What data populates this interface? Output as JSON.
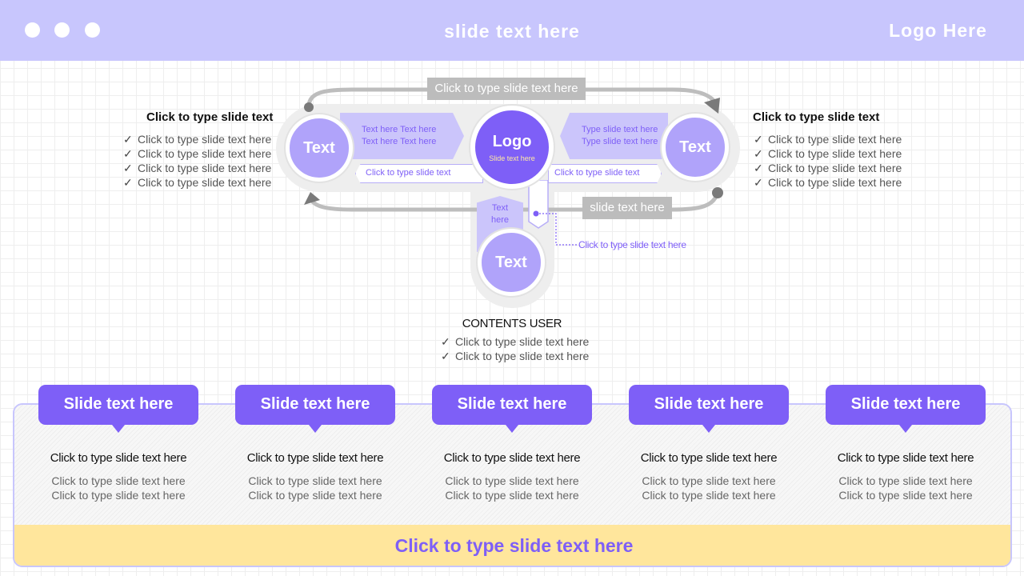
{
  "header": {
    "title": "slide text here",
    "logo": "Logo Here"
  },
  "diagram": {
    "top_label": "Click to type slide text here",
    "right_label": "slide text here",
    "logo": {
      "title": "Logo",
      "sub": "Slide text here"
    },
    "left_node": "Text",
    "right_node": "Text",
    "bottom_node": "Text",
    "left_banner": [
      "Text here Text here",
      "Text here Text here"
    ],
    "right_banner": [
      "Type slide text here",
      "Type slide text here"
    ],
    "left_pill": "Click to type slide text",
    "right_pill": "Click to type slide text",
    "bottom_banner": [
      "Text",
      "here"
    ],
    "callout": "Click to type slide text here"
  },
  "left_block": {
    "heading": "Click to type slide text",
    "items": [
      "Click to type slide text here",
      "Click to type slide text here",
      "Click to type slide text here",
      "Click to type slide text here"
    ]
  },
  "right_block": {
    "heading": "Click to type slide text",
    "items": [
      "Click to type slide text here",
      "Click to type slide text here",
      "Click to type slide text here",
      "Click to type slide text here"
    ]
  },
  "center_block": {
    "heading": "CONTENTS USER",
    "items": [
      "Click to type slide text here",
      "Click to type slide text here"
    ]
  },
  "columns": [
    {
      "tab": "Slide text here",
      "title": "Click to type slide text here",
      "lines": [
        "Click to type slide text here",
        "Click to type slide text here"
      ]
    },
    {
      "tab": "Slide text here",
      "title": "Click to type slide text here",
      "lines": [
        "Click to type slide text here",
        "Click to type slide text here"
      ]
    },
    {
      "tab": "Slide text here",
      "title": "Click to type slide text here",
      "lines": [
        "Click to type slide text here",
        "Click to type slide text here"
      ]
    },
    {
      "tab": "Slide text here",
      "title": "Click to type slide text here",
      "lines": [
        "Click to type slide text here",
        "Click to type slide text here"
      ]
    },
    {
      "tab": "Slide text here",
      "title": "Click to type slide text here",
      "lines": [
        "Click to type slide text here",
        "Click to type slide text here"
      ]
    }
  ],
  "footer": "Click to type slide text here",
  "colors": {
    "header_bg": "#c8c6fd",
    "accent": "#7e5ff7",
    "node": "#b0a3fa",
    "footer_bg": "#ffe69c"
  }
}
